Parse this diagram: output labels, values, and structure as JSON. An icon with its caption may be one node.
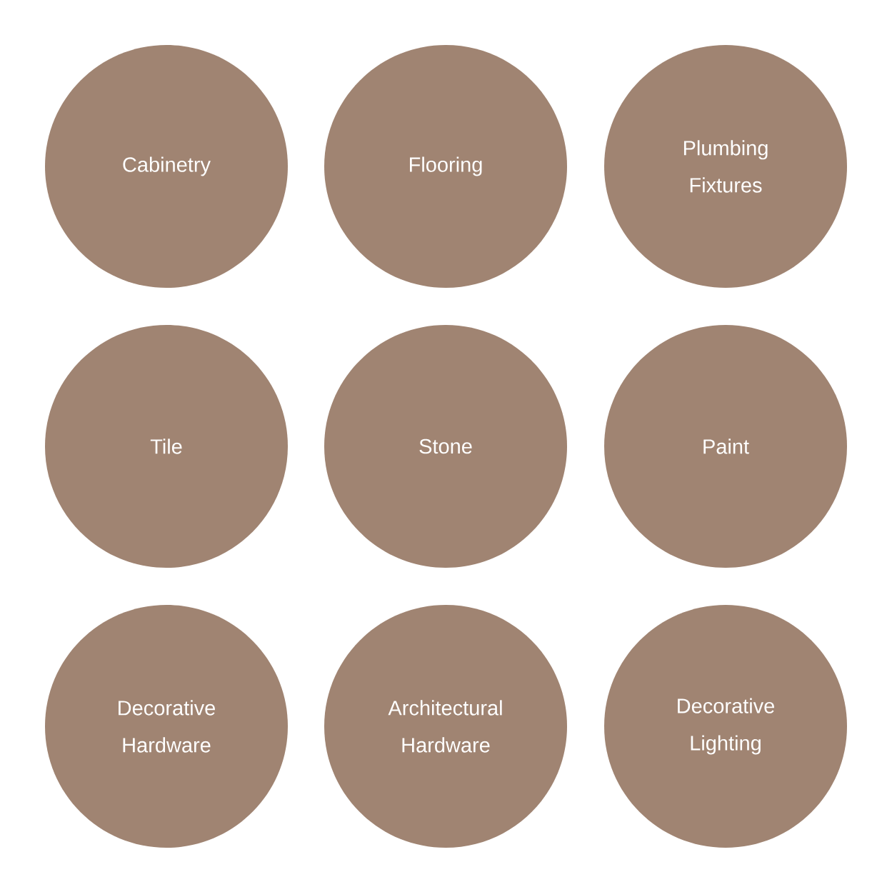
{
  "diagram": {
    "nodes": [
      {
        "text": [
          "Cabinetry"
        ]
      },
      {
        "text": [
          "Flooring"
        ]
      },
      {
        "text": [
          "Plumbing Fixtures"
        ]
      },
      {
        "text": [
          "Tile"
        ]
      },
      {
        "text": [
          "Stone"
        ]
      },
      {
        "text": [
          "Paint"
        ]
      },
      {
        "text": [
          "Decorative Hardware"
        ]
      },
      {
        "text": [
          "Architectural Hardware"
        ]
      },
      {
        "text": [
          "Decorative Lighting"
        ]
      }
    ]
  }
}
